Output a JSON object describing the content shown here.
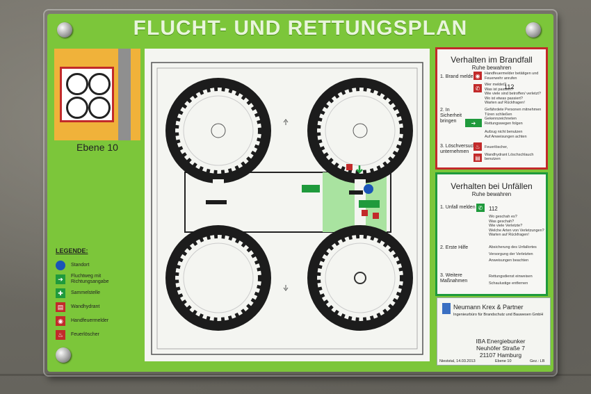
{
  "title": "FLUCHT- UND RETTUNGSPLAN",
  "overview": {
    "label": "Ebene 10"
  },
  "legend": {
    "title": "LEGENDE:",
    "items": [
      {
        "label": "Standort",
        "color": "#1a55b8",
        "icon": "location-dot-icon"
      },
      {
        "label": "Fluchtweg mit Richtungsangabe",
        "color": "#1f9a3c",
        "icon": "escape-arrow-icon"
      },
      {
        "label": "Sammelstelle",
        "color": "#1f9a3c",
        "icon": "assembly-point-icon"
      },
      {
        "label": "Wandhydrant",
        "color": "#c22a2a",
        "icon": "hydrant-icon"
      },
      {
        "label": "Handfeuermelder",
        "color": "#c22a2a",
        "icon": "fire-alarm-icon"
      },
      {
        "label": "Feuerlöscher",
        "color": "#c22a2a",
        "icon": "extinguisher-icon"
      }
    ]
  },
  "fire_box": {
    "title": "Verhalten im Brandfall",
    "subtitle": "Ruhe bewahren",
    "color": "#c22a2a",
    "steps": [
      {
        "num": "1.",
        "label": "Brand melden",
        "notes": [
          "Handfeuermelder betätigen und",
          "Feuerwehr anrufen",
          "Wer meldet?",
          "Was ist passiert?",
          "Wie viele sind betroffen/ verletzt?",
          "Wo ist etwas passiert?",
          "Warten auf Rückfragen!"
        ],
        "phone": "112"
      },
      {
        "num": "2.",
        "label": "In Sicherheit bringen",
        "notes": [
          "Gefährdete Personen mitnehmen",
          "Türen schließen",
          "Gekennzeichneten",
          "Rettungswegen folgen",
          "Aufzug nicht benutzen",
          "Auf Anweisungen achten"
        ]
      },
      {
        "num": "3.",
        "label": "Löschversuch unternehmen",
        "notes": [
          "Feuerlöscher,",
          "Wandhydrant Löschschlauch",
          "benutzen"
        ]
      }
    ]
  },
  "accident_box": {
    "title": "Verhalten bei Unfällen",
    "subtitle": "Ruhe bewahren",
    "color": "#1f9a3c",
    "steps": [
      {
        "num": "1.",
        "label": "Unfall melden",
        "phone": "112",
        "notes": [
          "Wo geschah es?",
          "Was geschah?",
          "Wie viele Verletzte?",
          "Welche Arten von Verletzungen?",
          "Warten auf Rückfragen!"
        ]
      },
      {
        "num": "2.",
        "label": "Erste Hilfe",
        "notes": [
          "Absicherung des Unfallortes",
          "Versorgung der Verletzten",
          "Anweisungen beachten"
        ]
      },
      {
        "num": "3.",
        "label": "Weitere Maßnahmen",
        "notes": [
          "Rettungsdienst einweisen",
          "Schaulustige entfernen"
        ]
      }
    ]
  },
  "company": {
    "name": "Neumann Krex & Partner",
    "tagline": "Ingenieurbüro für Brandschutz und Bauwesen GmbH",
    "project": "IBA Energiebunker",
    "street": "Neuhöfer Straße 7",
    "city": "21107 Hamburg",
    "footer_place_date": "Nieststal, 14.03.2013",
    "footer_level": "Ebene 10",
    "footer_drawn": "Gez.: LB"
  }
}
